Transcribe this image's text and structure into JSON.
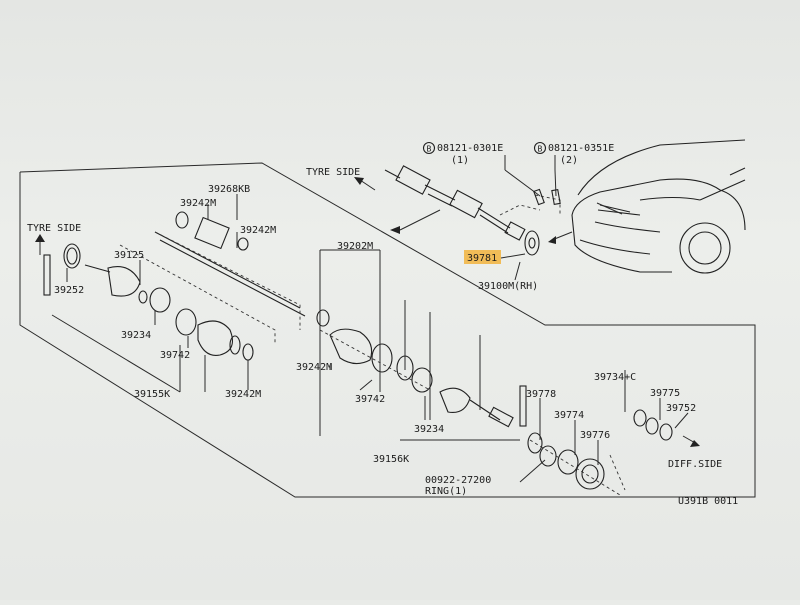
{
  "direction_labels": {
    "tyre_side_top": "TYRE SIDE",
    "tyre_side_left": "TYRE SIDE",
    "diff_side": "DIFF.SIDE"
  },
  "bolts": [
    {
      "symbol": "B",
      "code": "08121-0301E",
      "qty": "(1)"
    },
    {
      "symbol": "B",
      "code": "08121-0351E",
      "qty": "(2)"
    }
  ],
  "highlighted_part": {
    "number": "39781",
    "highlight_color": "#f2b33d"
  },
  "assembly_label": "39100M(RH)",
  "part_labels": {
    "p39268kb": "39268KB",
    "p39242m_a": "39242M",
    "p39242m_b": "39242M",
    "p39202m": "39202M",
    "p39125": "39125",
    "p39252": "39252",
    "p39234_left": "39234",
    "p39742_left": "39742",
    "p39155k": "39155K",
    "p39242m_c": "39242M",
    "p39242m_d": "39242M",
    "p39742_right": "39742",
    "p39234_right": "39234",
    "p39156k": "39156K",
    "p39778": "39778",
    "p39774": "39774",
    "p39776": "39776",
    "p39734c": "39734+C",
    "p39775": "39775",
    "p39752": "39752",
    "ring_code": "00922-27200",
    "ring_qty": "RING(1)"
  },
  "diagram_code": "U391B 0011"
}
